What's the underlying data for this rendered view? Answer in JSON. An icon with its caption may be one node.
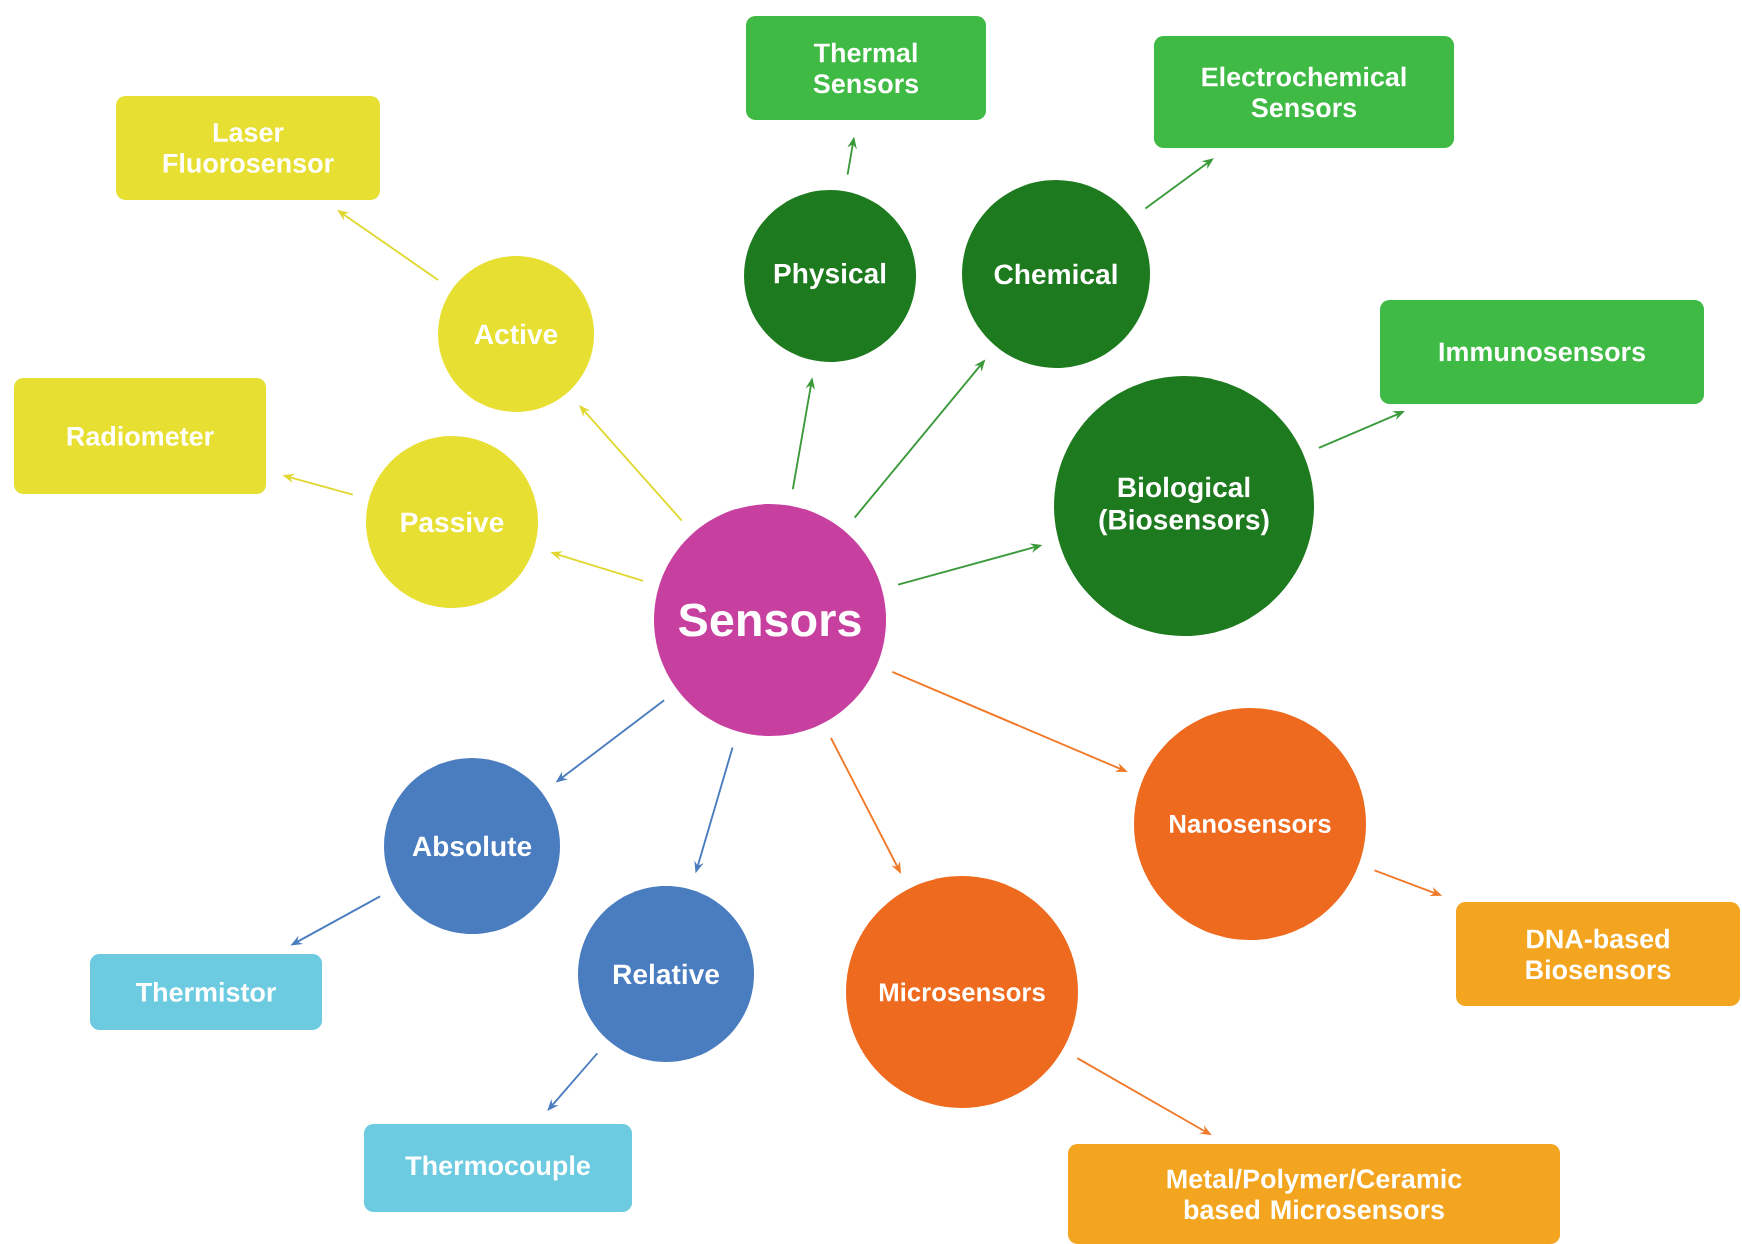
{
  "diagram": {
    "nodes": [
      {
        "text": [
          "Sensors"
        ]
      },
      {
        "text": [
          "Physical"
        ]
      },
      {
        "text": [
          "Chemical"
        ]
      },
      {
        "text": [
          "Biological (Biosensors)"
        ]
      },
      {
        "text": [
          "Nanosensors"
        ]
      },
      {
        "text": [
          "Microsensors"
        ]
      },
      {
        "text": [
          "Relative"
        ]
      },
      {
        "text": [
          "Absolute"
        ]
      },
      {
        "text": [
          "Passive"
        ]
      },
      {
        "text": [
          "Active"
        ]
      },
      {
        "text": [
          "Thermal Sensors"
        ]
      },
      {
        "text": [
          "Electrochemical Sensors"
        ]
      },
      {
        "text": [
          "Immunosensors"
        ]
      },
      {
        "text": [
          "DNA-based Biosensors"
        ]
      },
      {
        "text": [
          "Metal/Polymer/Ceramic based Microsensors"
        ]
      },
      {
        "text": [
          "Thermocouple"
        ]
      },
      {
        "text": [
          "Thermistor"
        ]
      },
      {
        "text": [
          "Radiometer"
        ]
      },
      {
        "text": [
          "Laser Fluorosensor"
        ]
      }
    ],
    "edges": [
      {
        "from": 0,
        "to": 1,
        "arrow": "to"
      },
      {
        "from": 0,
        "to": 2,
        "arrow": "to"
      },
      {
        "from": 0,
        "to": 3,
        "arrow": "to"
      },
      {
        "from": 0,
        "to": 4,
        "arrow": "to",
        "color": "#f07a2a"
      },
      {
        "from": 0,
        "to": 5,
        "arrow": "to",
        "color": "#f07a2a"
      },
      {
        "from": 0,
        "to": 6,
        "arrow": "to",
        "color": "#4a7cc0"
      },
      {
        "from": 0,
        "to": 7,
        "arrow": "to",
        "color": "#4a7cc0"
      },
      {
        "from": 0,
        "to": 8,
        "arrow": "to",
        "color": "#e0d830"
      },
      {
        "from": 0,
        "to": 9,
        "arrow": "to",
        "color": "#e0d830"
      },
      {
        "from": 1,
        "to": 10,
        "arrow": "to"
      },
      {
        "from": 2,
        "to": 11,
        "arrow": "to"
      },
      {
        "from": 3,
        "to": 12,
        "arrow": "to"
      },
      {
        "from": 4,
        "to": 13,
        "arrow": "to",
        "color": "#f07a2a"
      },
      {
        "from": 5,
        "to": 14,
        "arrow": "to",
        "color": "#f07a2a"
      },
      {
        "from": 6,
        "to": 15,
        "arrow": "to",
        "color": "#4a7cc0"
      },
      {
        "from": 7,
        "to": 16,
        "arrow": "to",
        "color": "#4a7cc0"
      },
      {
        "from": 8,
        "to": 17,
        "arrow": "to",
        "color": "#e0d830"
      },
      {
        "from": 9,
        "to": 18,
        "arrow": "to",
        "color": "#e0d830"
      }
    ]
  }
}
